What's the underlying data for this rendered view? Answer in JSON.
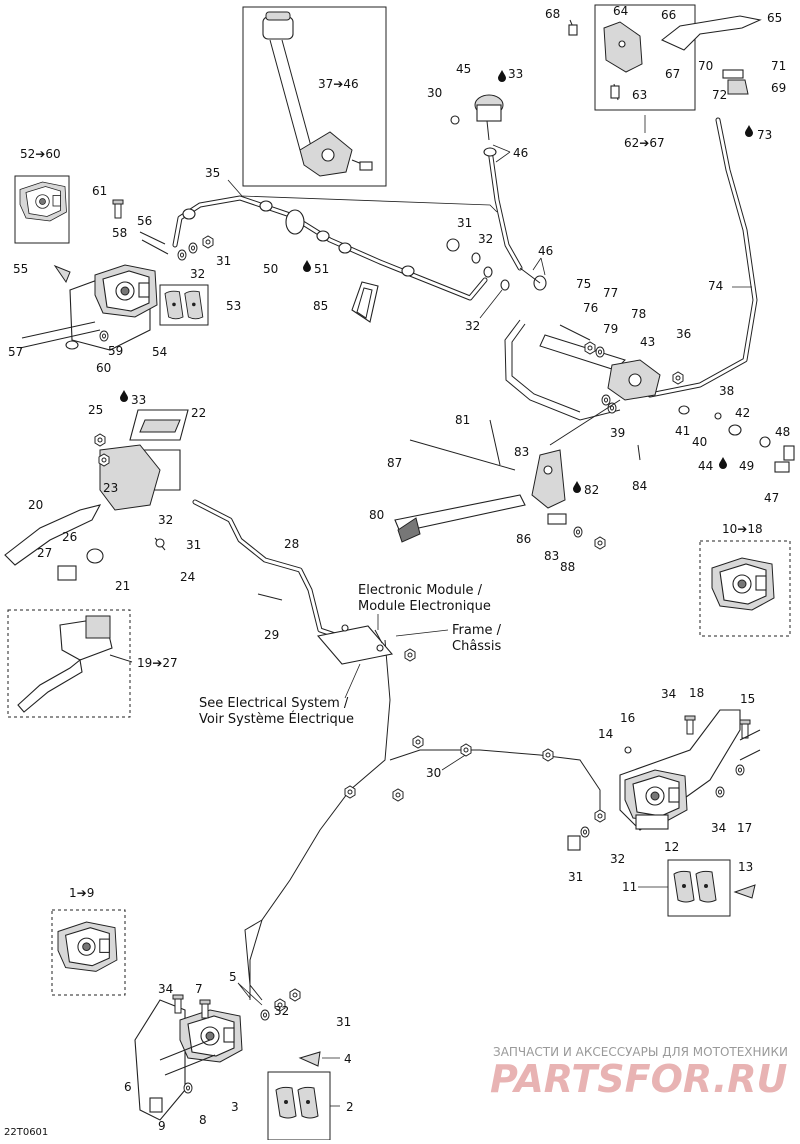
{
  "callouts": {
    "c1_9": "1➔9",
    "c2": "2",
    "c3": "3",
    "c4": "4",
    "c5": "5",
    "c6": "6",
    "c7": "7",
    "c8": "8",
    "c9": "9",
    "c10_18": "10➔18",
    "c11": "11",
    "c12": "12",
    "c13": "13",
    "c14": "14",
    "c15": "15",
    "c16": "16",
    "c17": "17",
    "c18": "18",
    "c19_27": "19➔27",
    "c20": "20",
    "c21": "21",
    "c22": "22",
    "c23": "23",
    "c24": "24",
    "c25": "25",
    "c26": "26",
    "c27": "27",
    "c28": "28",
    "c29": "29",
    "c30a": "30",
    "c30b": "30",
    "c31a": "31",
    "c31b": "31",
    "c31c": "31",
    "c31d": "31",
    "c31e": "31",
    "c32a": "32",
    "c32b": "32",
    "c32c": "32",
    "c32d": "32",
    "c32e": "32",
    "c33a": "33",
    "c33b": "33",
    "c34a": "34",
    "c34b": "34",
    "c34c": "34",
    "c35": "35",
    "c36": "36",
    "c37_46": "37➔46",
    "c38": "38",
    "c39": "39",
    "c40": "40",
    "c41": "41",
    "c42": "42",
    "c43": "43",
    "c44": "44",
    "c45": "45",
    "c46a": "46",
    "c46b": "46",
    "c47": "47",
    "c48": "48",
    "c49": "49",
    "c50": "50",
    "c51": "51",
    "c52_60": "52➔60",
    "c53": "53",
    "c54": "54",
    "c55": "55",
    "c56": "56",
    "c57": "57",
    "c58": "58",
    "c59": "59",
    "c60": "60",
    "c61": "61",
    "c62_67": "62➔67",
    "c63": "63",
    "c64": "64",
    "c65": "65",
    "c66": "66",
    "c67": "67",
    "c68": "68",
    "c69": "69",
    "c70": "70",
    "c71": "71",
    "c72": "72",
    "c73": "73",
    "c74": "74",
    "c75": "75",
    "c76": "76",
    "c77": "77",
    "c78": "78",
    "c79": "79",
    "c80": "80",
    "c81": "81",
    "c82": "82",
    "c83a": "83",
    "c83b": "83",
    "c84": "84",
    "c85": "85",
    "c86": "86",
    "c87": "87",
    "c88": "88"
  },
  "labels": {
    "electronic_module_en": "Electronic Module /",
    "electronic_module_fr": "Module Electronique",
    "frame_en": "Frame /",
    "frame_fr": "Châssis",
    "see_electrical_en": "See Electrical System /",
    "see_electrical_fr": "Voir Système Électrique"
  },
  "diagram_code": "22T0601",
  "watermark": {
    "tagline": "ЗАПЧАСТИ И АКСЕССУАРЫ ДЛЯ МОТОТЕХНИКИ",
    "brand": "PARTSFOR.RU"
  },
  "colors": {
    "line": "#222222",
    "watermark_red": "#e8b3b3",
    "watermark_gray": "#9a9a9a"
  }
}
